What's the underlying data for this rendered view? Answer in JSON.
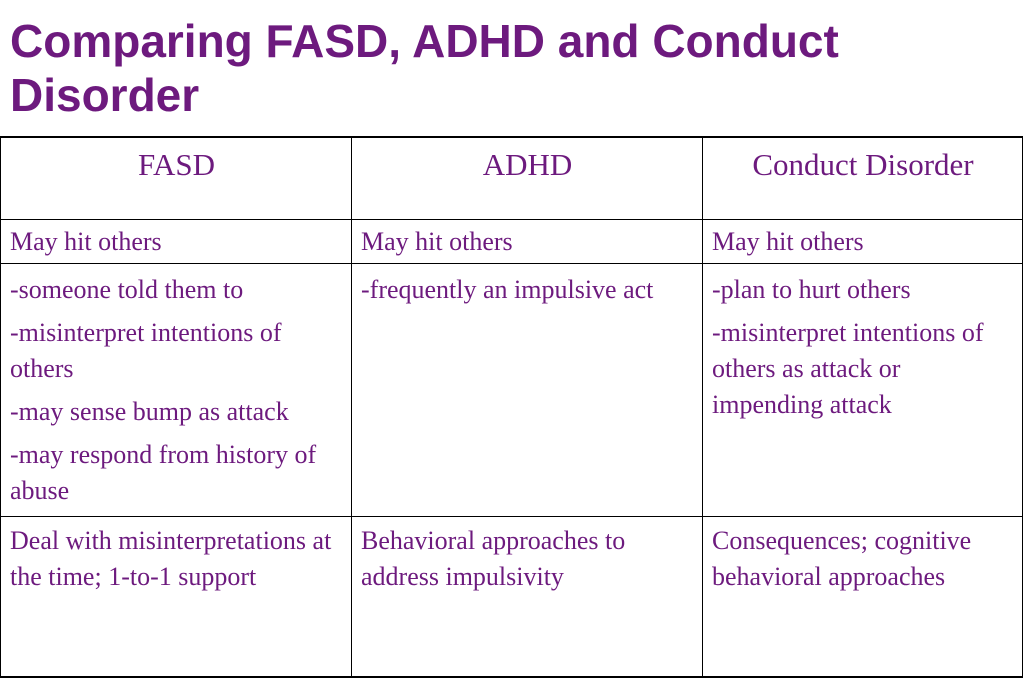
{
  "slide": {
    "title": "Comparing FASD, ADHD and Conduct Disorder"
  },
  "table": {
    "headers": [
      "FASD",
      "ADHD",
      "Conduct Disorder"
    ],
    "hit_row": [
      "May hit others",
      "May hit others",
      "May hit others"
    ],
    "reasons_row": [
      [
        "-someone told them to",
        "-misinterpret intentions of others",
        "-may sense bump as attack",
        "-may respond from history of abuse"
      ],
      [
        "-frequently an impulsive act"
      ],
      [
        "-plan to hurt others",
        "-misinterpret intentions of others as attack or impending attack"
      ]
    ],
    "treatment_row": [
      "Deal with misinterpretations at the time; 1-to-1 support",
      "Behavioral approaches to address impulsivity",
      "Consequences; cognitive behavioral approaches"
    ]
  },
  "colors": {
    "text": "#6d1a7e",
    "border": "#000000",
    "background": "#ffffff"
  }
}
